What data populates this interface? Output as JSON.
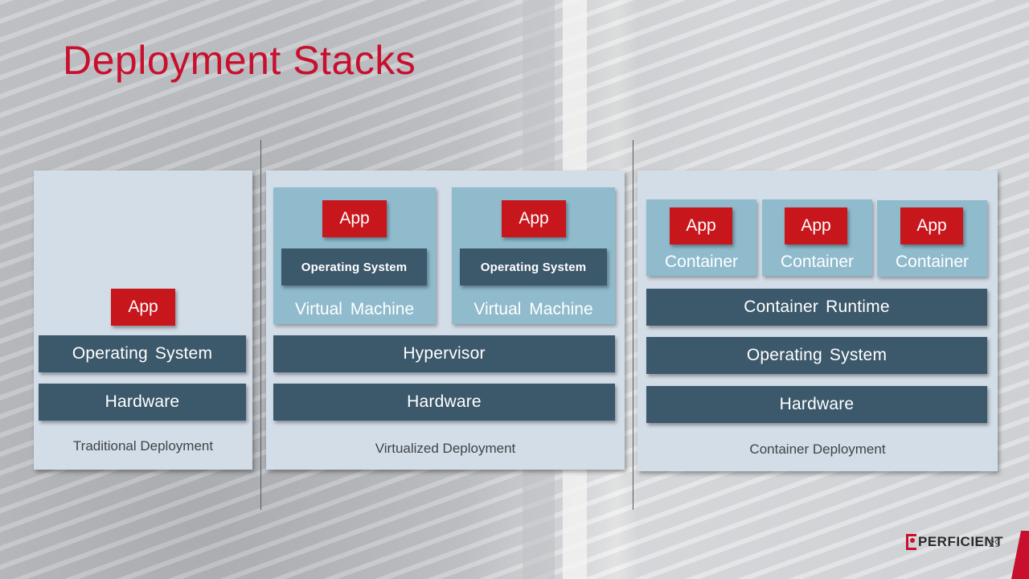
{
  "slide": {
    "title": "Deployment Stacks",
    "page_number": "29",
    "brand": "PERFICIENT",
    "colors": {
      "title": "#c8102e",
      "app_box": "#c8161d",
      "layer_bar": "#3c586b",
      "vm_box": "#8fbbcd",
      "panel": "#d3dde7"
    }
  },
  "traditional": {
    "caption": "Traditional Deployment",
    "app": "App",
    "layers": [
      "Operating  System",
      "Hardware"
    ]
  },
  "virtualized": {
    "caption": "Virtualized Deployment",
    "vms": [
      {
        "app": "App",
        "os": "Operating System",
        "label": "Virtual  Machine"
      },
      {
        "app": "App",
        "os": "Operating System",
        "label": "Virtual  Machine"
      }
    ],
    "layers": [
      "Hypervisor",
      "Hardware"
    ]
  },
  "container": {
    "caption": "Container Deployment",
    "containers": [
      {
        "app": "App",
        "label": "Container"
      },
      {
        "app": "App",
        "label": "Container"
      },
      {
        "app": "App",
        "label": "Container"
      }
    ],
    "layers": [
      "Container  Runtime",
      "Operating  System",
      "Hardware"
    ]
  }
}
